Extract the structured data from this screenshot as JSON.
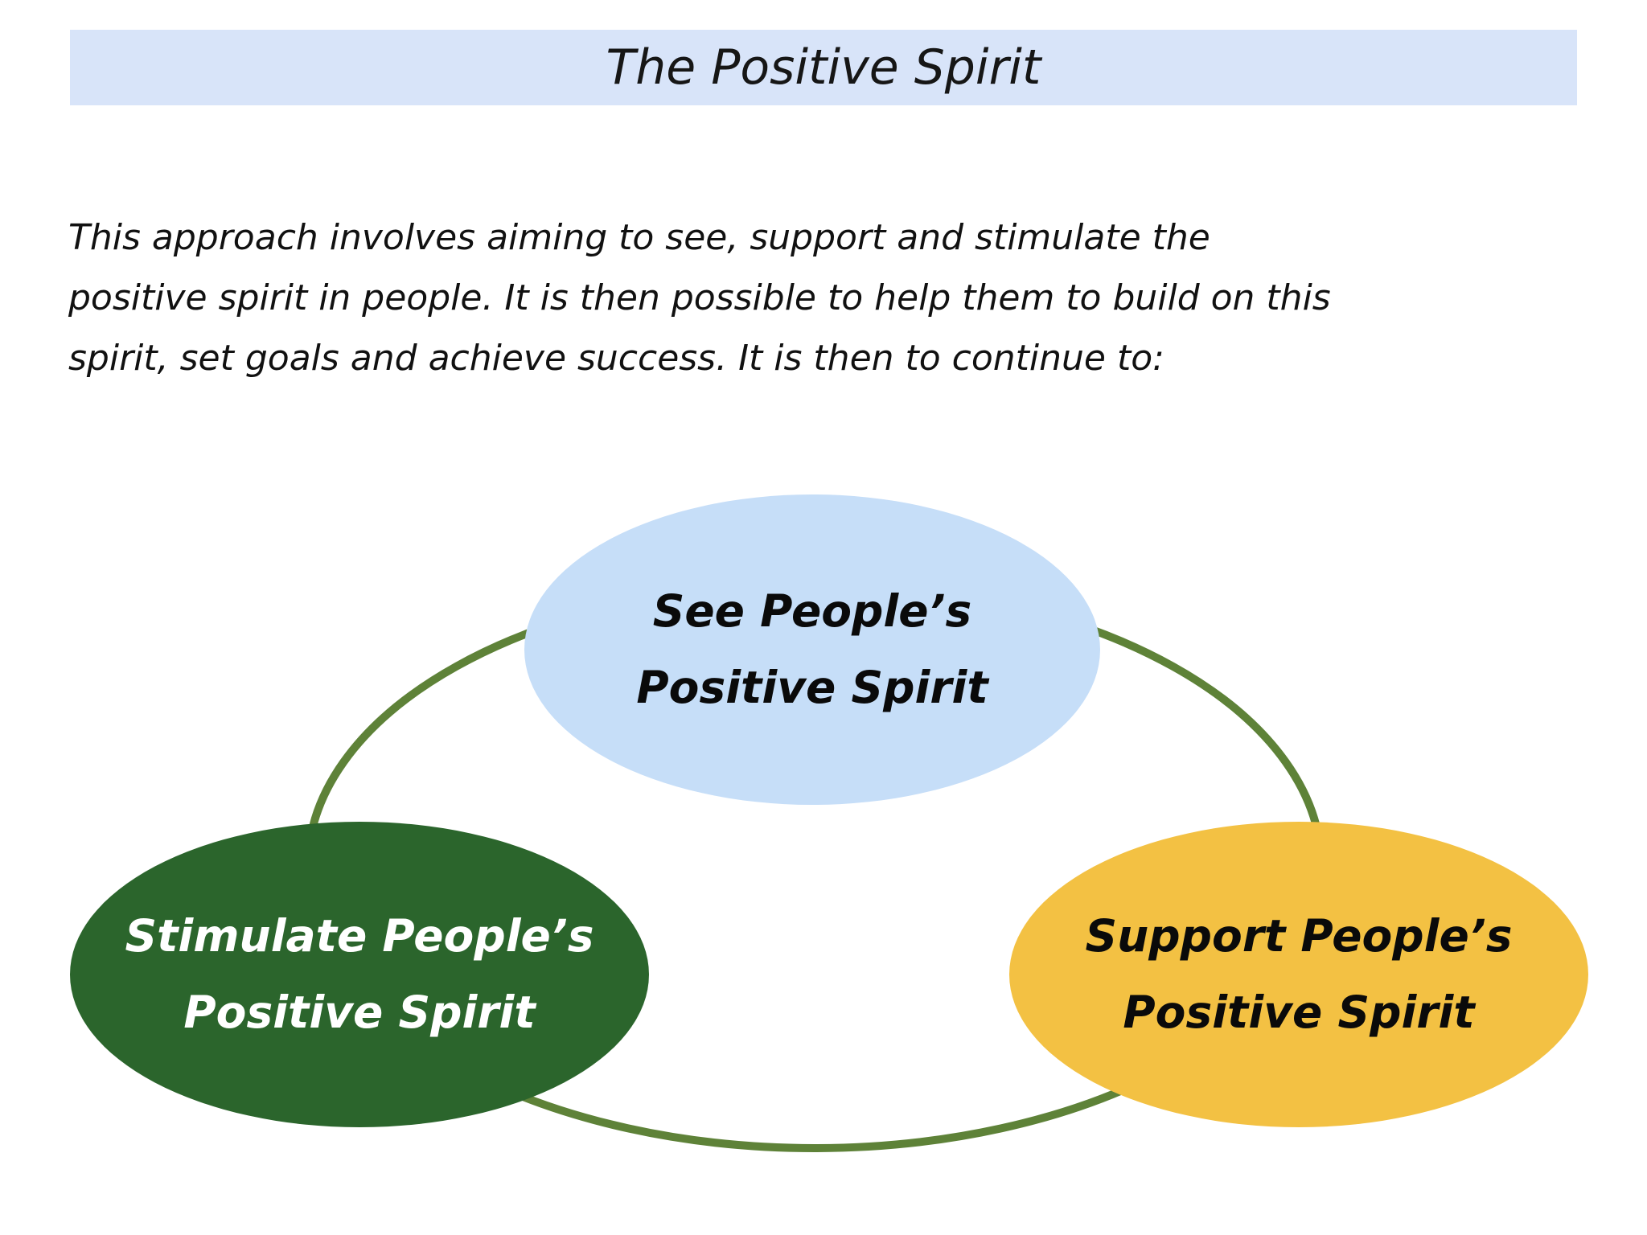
{
  "title": "The Positive Spirit",
  "intro": {
    "lines": [
      "This approach involves aiming to see, support and stimulate the",
      "positive spirit in people. It is then possible to help them to build on this",
      "spirit, set goals and achieve success. It is then to continue to:"
    ]
  },
  "diagram": {
    "connector": {
      "shape": "ellipse-ring",
      "stroke": "#5E8238",
      "stroke_width": "10"
    },
    "nodes": [
      {
        "id": "see",
        "line1": "See People’s",
        "line2": "Positive Spirit",
        "fill": "#C6DEF8",
        "text_color": "#0a0a0a"
      },
      {
        "id": "stimulate",
        "line1": "Stimulate People’s",
        "line2": "Positive Spirit",
        "fill": "#2B652C",
        "text_color": "#ffffff"
      },
      {
        "id": "support",
        "line1": "Support People’s",
        "line2": "Positive Spirit",
        "fill": "#F3C143",
        "text_color": "#0a0a0a"
      }
    ]
  },
  "colors": {
    "banner_bg": "#D8E4F9",
    "page_bg": "#ffffff",
    "body_text": "#111111"
  }
}
